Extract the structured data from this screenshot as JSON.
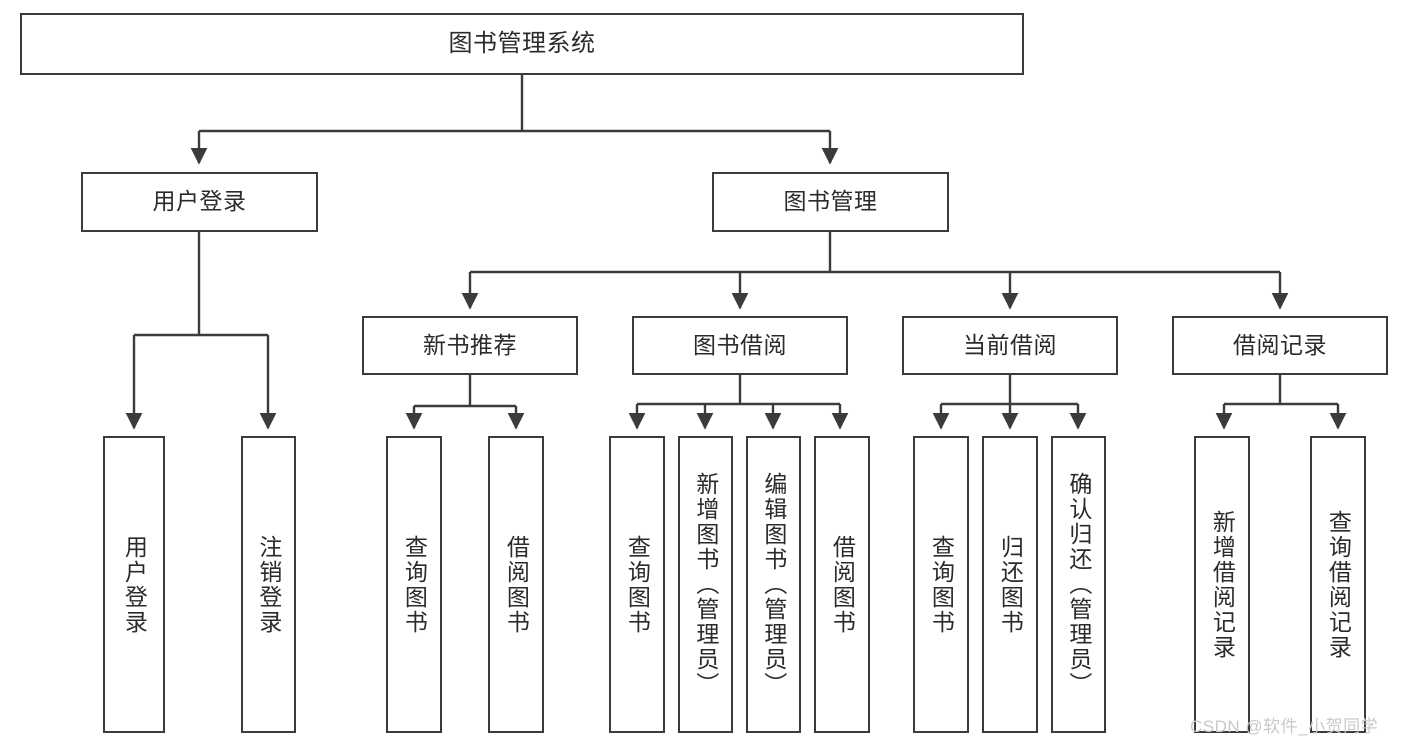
{
  "diagram": {
    "title": "图书管理系统",
    "type": "tree",
    "stroke_color": "#3b3b3b",
    "background_color": "#ffffff",
    "text_color": "#2b2b2b"
  },
  "nodes": {
    "root": {
      "label": "图书管理系统"
    },
    "level2": [
      {
        "id": "user-login",
        "label": "用户登录"
      },
      {
        "id": "book-management",
        "label": "图书管理"
      }
    ],
    "level3": [
      {
        "id": "new-book-recommend",
        "label": "新书推荐"
      },
      {
        "id": "book-borrow",
        "label": "图书借阅"
      },
      {
        "id": "current-borrow",
        "label": "当前借阅"
      },
      {
        "id": "borrow-record",
        "label": "借阅记录"
      }
    ],
    "leaves": {
      "user_login": [
        {
          "id": "leaf-user-login",
          "label": "用户登录"
        },
        {
          "id": "leaf-logout-login",
          "label": "注销登录"
        }
      ],
      "new_book_recommend": [
        {
          "id": "leaf-query-book-1",
          "label": "查询图书"
        },
        {
          "id": "leaf-borrow-book-1",
          "label": "借阅图书"
        }
      ],
      "book_borrow": [
        {
          "id": "leaf-query-book-2",
          "label": "查询图书"
        },
        {
          "id": "leaf-add-book",
          "label": "新增图书（管理员）"
        },
        {
          "id": "leaf-edit-book",
          "label": "编辑图书（管理员）"
        },
        {
          "id": "leaf-borrow-book-2",
          "label": "借阅图书"
        }
      ],
      "current_borrow": [
        {
          "id": "leaf-query-book-3",
          "label": "查询图书"
        },
        {
          "id": "leaf-return-book",
          "label": "归还图书"
        },
        {
          "id": "leaf-confirm-return",
          "label": "确认归还（管理员）"
        }
      ],
      "borrow_record": [
        {
          "id": "leaf-add-record",
          "label": "新增借阅记录"
        },
        {
          "id": "leaf-query-record",
          "label": "查询借阅记录"
        }
      ]
    }
  },
  "watermark": {
    "text": "CSDN @软件_小贺同学"
  }
}
